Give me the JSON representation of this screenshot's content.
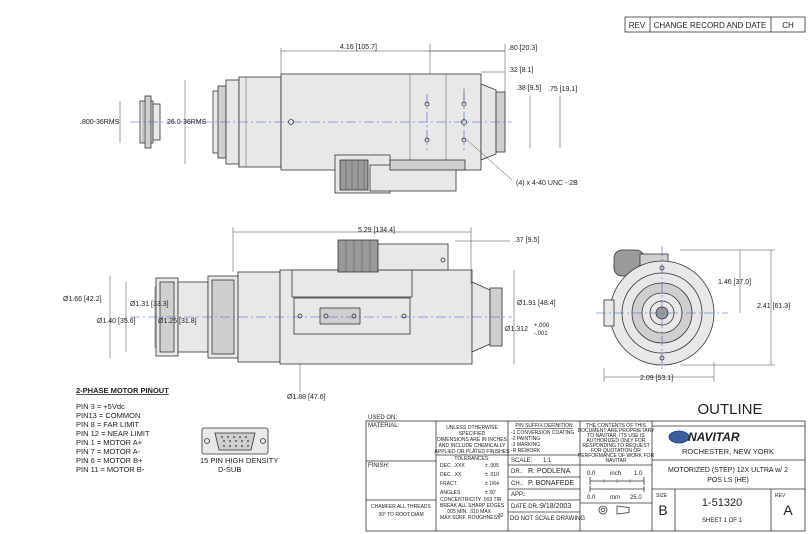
{
  "change_record": {
    "rev_header": "REV",
    "title": "CHANGE RECORD AND DATE",
    "ch_header": "CH"
  },
  "top_view": {
    "dims": {
      "overall_length": "4.16 [105.7]",
      "end_length": ".80 [20.3]",
      "hole_offset": ".32 [8.1]",
      "hole_spacing_a": ".38 [9.5]",
      "hole_spacing_b": ".75 [19.1]",
      "thread_small": ".800-36RMS",
      "thread_large": "26.0-36RMS",
      "holes_note": "(4) x 4-40 UNC - 2B"
    }
  },
  "side_view": {
    "dims": {
      "overall_length": "5.29 [134.4]",
      "connector_offset": ".37 [9.5]",
      "dia_outer": "Ø1.66 [42.2]",
      "dia_a": "Ø1.31 [33.3]",
      "dia_b": "Ø1.40 [35.6]",
      "dia_c": "Ø1.25 [31.8]",
      "dia_housing": "Ø1.91 [48.4]",
      "dia_mount": "Ø1.312",
      "tol_plus": "+.000",
      "tol_minus": "-.001",
      "dia_bottom": "Ø1.88 [47.6]"
    }
  },
  "end_view": {
    "dims": {
      "height_to_axis": "1.46 [37.0]",
      "overall_height": "2.41 [61.3]",
      "width": "2.09 [53.1]"
    }
  },
  "pinout": {
    "title": "2-PHASE MOTOR PINOUT",
    "pins": [
      "PIN 3 =   +5Vdc",
      "PIN13 =  COMMON",
      "PIN 8 =   FAR LIMIT",
      "PIN 12 = NEAR LIMIT",
      "PIN 1 =   MOTOR A+",
      "PIN 7 =   MOTOR A-",
      "PIN 6 =   MOTOR B+",
      "PIN 11 = MOTOR B-"
    ],
    "connector_label_1": "15 PIN HIGH DENSITY",
    "connector_label_2": "D-SUB"
  },
  "title_block": {
    "used_on": "USED ON:",
    "material": "MATERIAL:",
    "finish": "FINISH:",
    "unless_notes": [
      "UNLESS OTHERWISE",
      "SPECIFIED",
      "DIMENSIONS ARE IN INCHES",
      "AND INCLUDE CHEMICALLY",
      "APPLIED OR PLATED FINISHES"
    ],
    "tolerances_title": "TOLERANCES:",
    "tol_rows": [
      {
        "label": "DEC. .XXX",
        "value": "± .005"
      },
      {
        "label": "DEC. .XX",
        "value": "± .010"
      },
      {
        "label": "FRACT.",
        "value": "± 1/64"
      },
      {
        "label": "ANGLES",
        "value": "± 30'"
      }
    ],
    "concentricity": "CONCENTRICITY   .003 TIR",
    "break_edges": "BREAK ALL SHARP EDGES",
    "break_edges_2": ".005 MIN. .010 MAX",
    "roughness": "MAX SURF. ROUGHNESS",
    "roughness_val": "32",
    "chamfer": "CHAMFER ALL THREADS",
    "chamfer_2": "30° TO ROOT DIAM",
    "pin_suffix_title": "P/N SUFFIX DEFINITION",
    "pin_suffix_items": [
      "-1 CONVERSION COATING",
      "-2 PAINTING",
      "-3 MARKING",
      "-R REWORK"
    ],
    "scale_label": "SCALE:",
    "scale_value": "1:1",
    "dr_label": "DR.:",
    "dr_value": "R. PODLENA",
    "ch_label": "CH.:",
    "ch_value": "P. BONAFEDE",
    "app_label": "APP.:",
    "date_label": "DATE DR.:",
    "date_value": "9/18/2003",
    "do_not_scale": "DO NOT SCALE DRAWING",
    "proprietary": [
      "THE CONTENTS OF THIS",
      "DOCUMENT ARE PROPRIETARY",
      "TO NAVITAR, ITS USE IS",
      "AUTHORIZED ONLY FOR",
      "RESPONDING TO REQUEST",
      "FOR QUOTATION OR",
      "PERFORMANCE OF WORK FOR",
      "NAVITAR"
    ],
    "scale_inch": [
      "0.0",
      "inch",
      "1.0"
    ],
    "scale_mm": [
      "0.0",
      "mm",
      "25.0"
    ],
    "outline": "OUTLINE",
    "company": "NAVITAR",
    "location": "ROCHESTER, NEW YORK",
    "description_1": "MOTORIZED (STEP) 12X ULTRA w/ 2",
    "description_2": "POS LS (HE)",
    "size_label": "SIZE",
    "size_value": "B",
    "drawing_number": "1-51320",
    "sheet": "SHEET 1 OF 1",
    "rev_label": "REV",
    "rev_value": "A"
  }
}
